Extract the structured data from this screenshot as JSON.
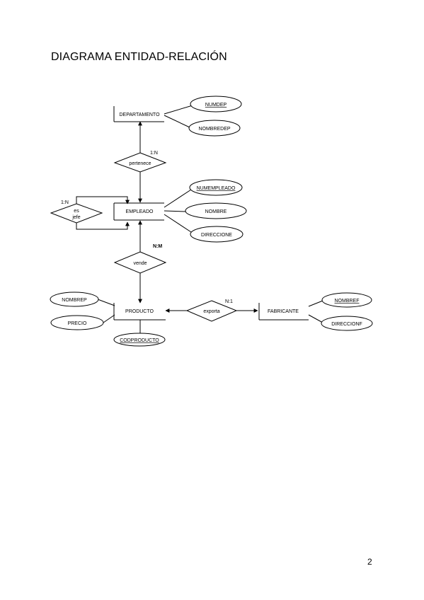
{
  "page": {
    "title": "DIAGRAMA ENTIDAD-RELACIÓN",
    "page_number": "2"
  },
  "entities": {
    "departamento": "DEPARTAMENTO",
    "empleado": "EMPLEADO",
    "producto": "PRODUCTO",
    "fabricante": "FABRICANTE"
  },
  "relationships": {
    "pertenece": "pertenece",
    "es_jefe_1": "es",
    "es_jefe_2": "jefe",
    "vende": "vende",
    "exporta": "exporta"
  },
  "cardinalities": {
    "pertenece": "1:N",
    "es_jefe": "1:N",
    "vende": "N:M",
    "exporta": "N:1"
  },
  "attributes": {
    "departamento": [
      "NUMDEP",
      "NOMBREDEP"
    ],
    "empleado": [
      "NUMEMPLEADO",
      "NOMBRE",
      "DIRECCIONE"
    ],
    "producto": [
      "NOMBREP",
      "PRECIO",
      "CODPRODUCTO"
    ],
    "fabricante": [
      "NOMBREF",
      "DIRECCIONF"
    ]
  }
}
